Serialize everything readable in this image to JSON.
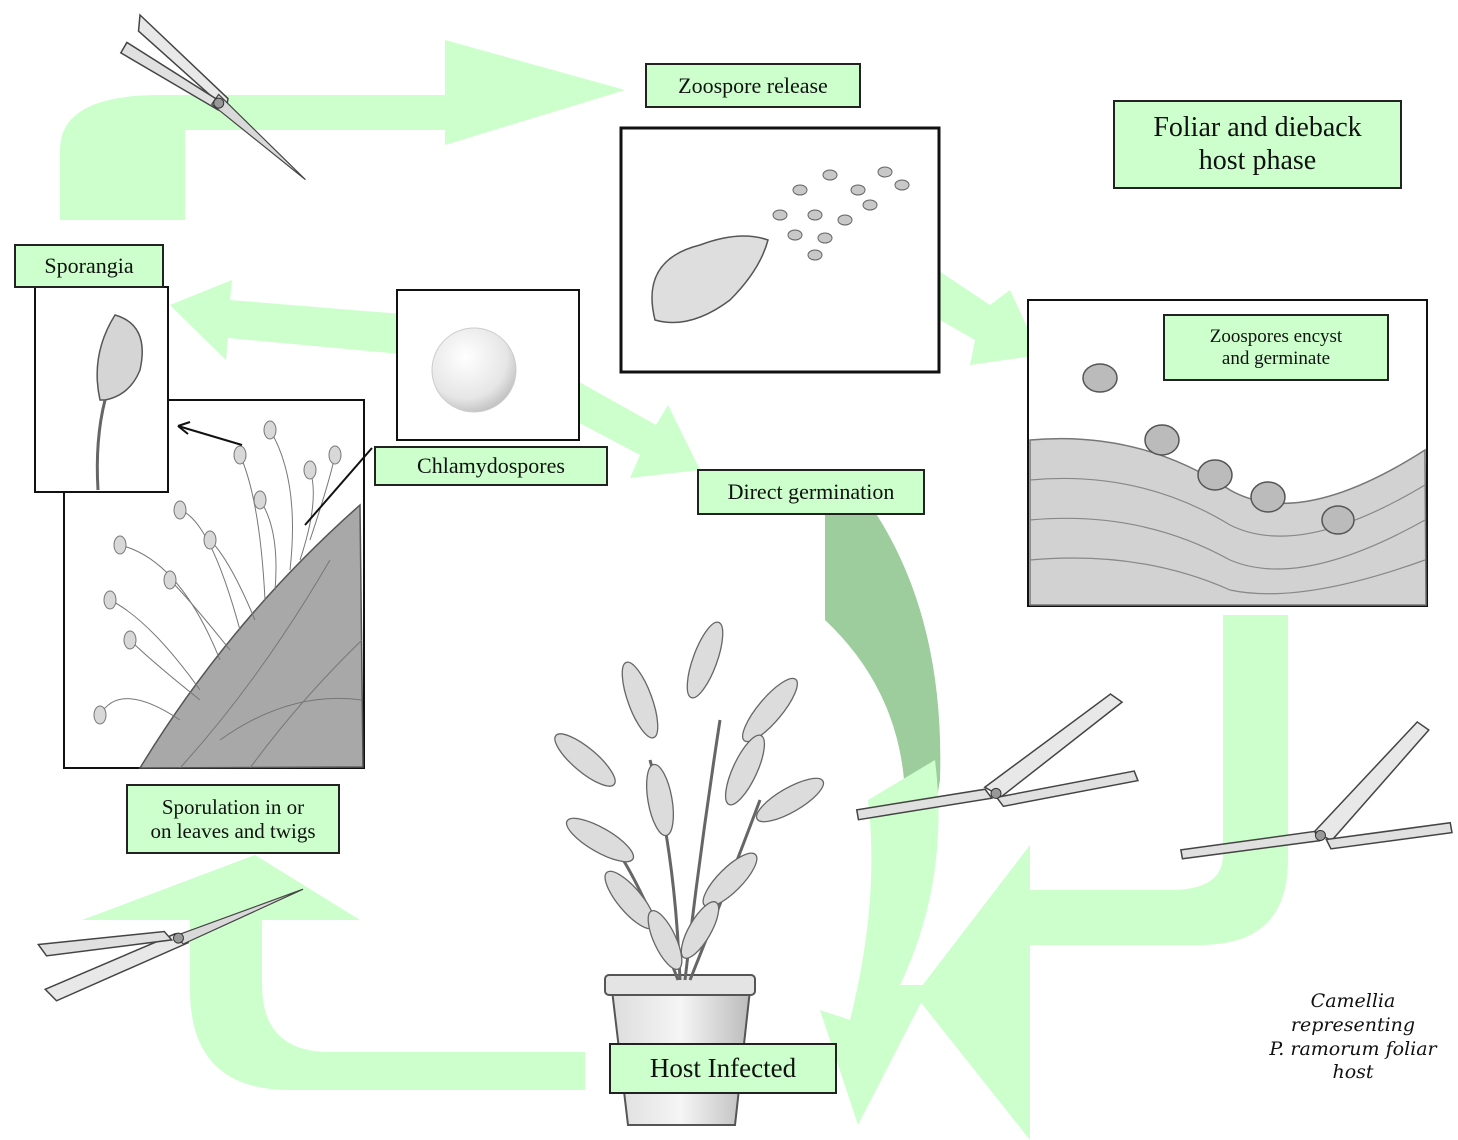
{
  "labels": {
    "zoospore_release": "Zoospore  release",
    "foliar_dieback_phase": "Foliar and dieback\nhost phase",
    "sporangia": "Sporangia",
    "zoospores_encyst": "Zoospores encyst\nand germinate",
    "chlamydospores": "Chlamydospores",
    "direct_germination": "Direct germination",
    "sporulation": "Sporulation in or\non leaves and twigs",
    "host_infected": "Host Infected"
  },
  "caption": {
    "text": "Camellia\nrepresenting\nP. ramorum foliar\nhost"
  },
  "icons": [
    "pruning-shears-icon",
    "zoospore-icon",
    "sporangium-icon",
    "chlamydospore-icon",
    "camellia-plant-icon"
  ],
  "colors": {
    "arrow": "#ccffcc",
    "arrow_dark": "#9dcc9d",
    "label_fill": "#ccffcc",
    "border": "#222222"
  }
}
